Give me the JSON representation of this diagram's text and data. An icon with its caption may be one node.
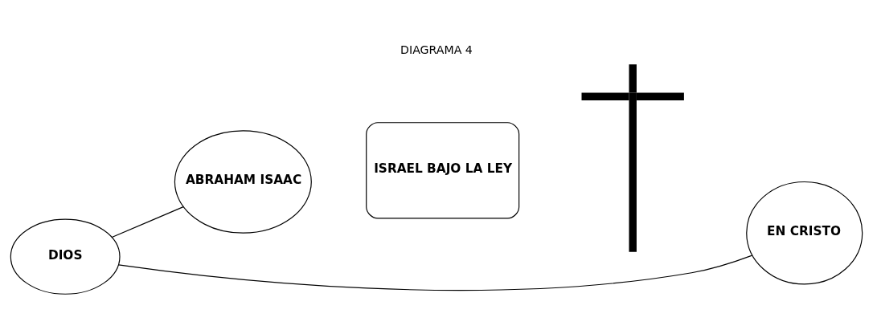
{
  "diagram": {
    "title": "DIAGRAMA 4",
    "nodes": [
      {
        "text": [
          "DIOS"
        ]
      },
      {
        "text": [
          "ABRAHAM ISAAC"
        ]
      },
      {
        "text": [
          "ISRAEL BAJO LA LEY"
        ]
      },
      {
        "text": [],
        "shape": "cross"
      },
      {
        "text": [
          "EN CRISTO"
        ]
      }
    ],
    "edges": [
      {
        "from": 0,
        "to": 4,
        "arrow": "none"
      },
      {
        "from": 0,
        "to": 1,
        "arrow": "none"
      }
    ]
  }
}
